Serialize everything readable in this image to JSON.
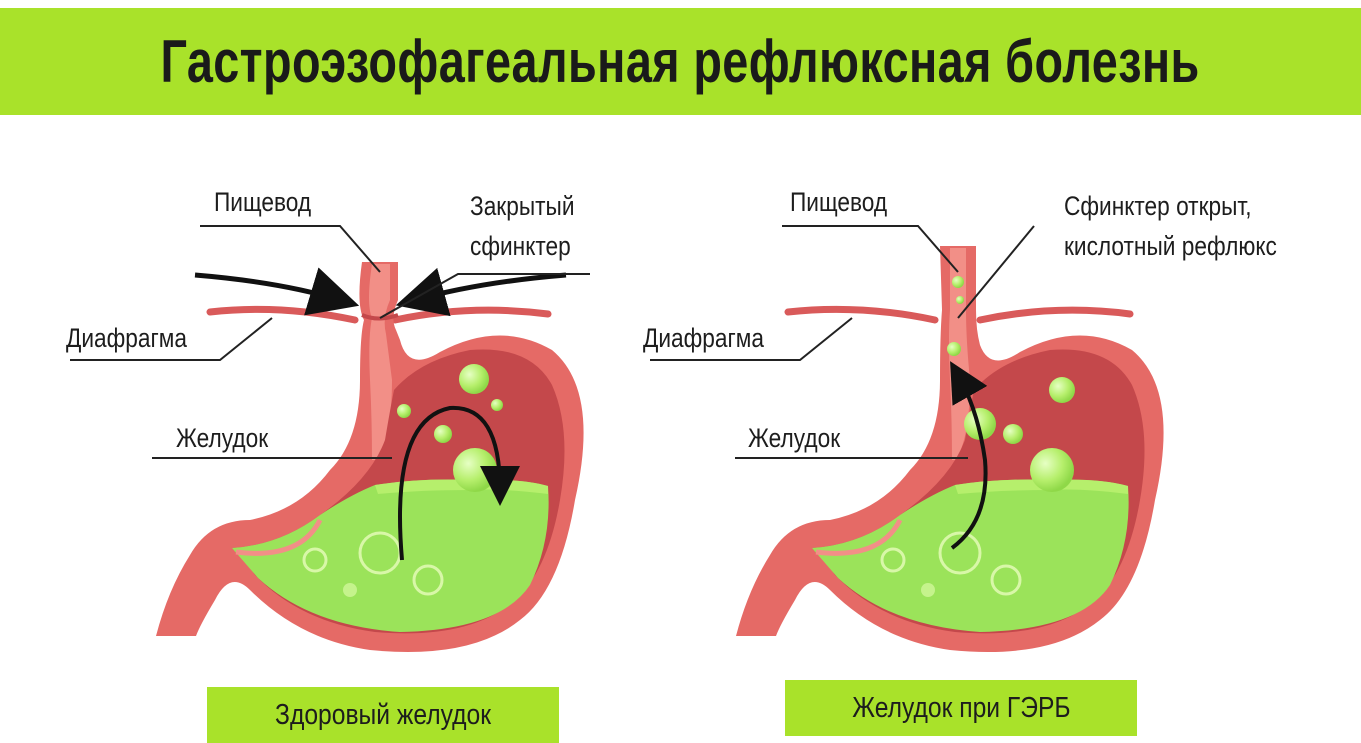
{
  "title": "Гастроэзофагеальная рефлюксная болезнь",
  "colors": {
    "accent_green": "#a9e22a",
    "stomach_wall": "#e56a66",
    "stomach_wall_light": "#f28f87",
    "stomach_interior": "#c4484b",
    "acid_fluid": "#9be35a",
    "acid_bubble": "#b6ef6c",
    "diaphragm": "#d95a5a",
    "text": "#1d1d1d"
  },
  "left_panel": {
    "labels": {
      "esophagus": "Пищевод",
      "sphincter_line1": "Закрытый",
      "sphincter_line2": "сфинктер",
      "diaphragm": "Диафрагма",
      "stomach": "Желудок"
    },
    "caption": "Здоровый желудок"
  },
  "right_panel": {
    "labels": {
      "esophagus": "Пищевод",
      "sphincter_line1": "Сфинктер открыт,",
      "sphincter_line2": "кислотный рефлюкс",
      "diaphragm": "Диафрагма",
      "stomach": "Желудок"
    },
    "caption": "Желудок при ГЭРБ"
  }
}
